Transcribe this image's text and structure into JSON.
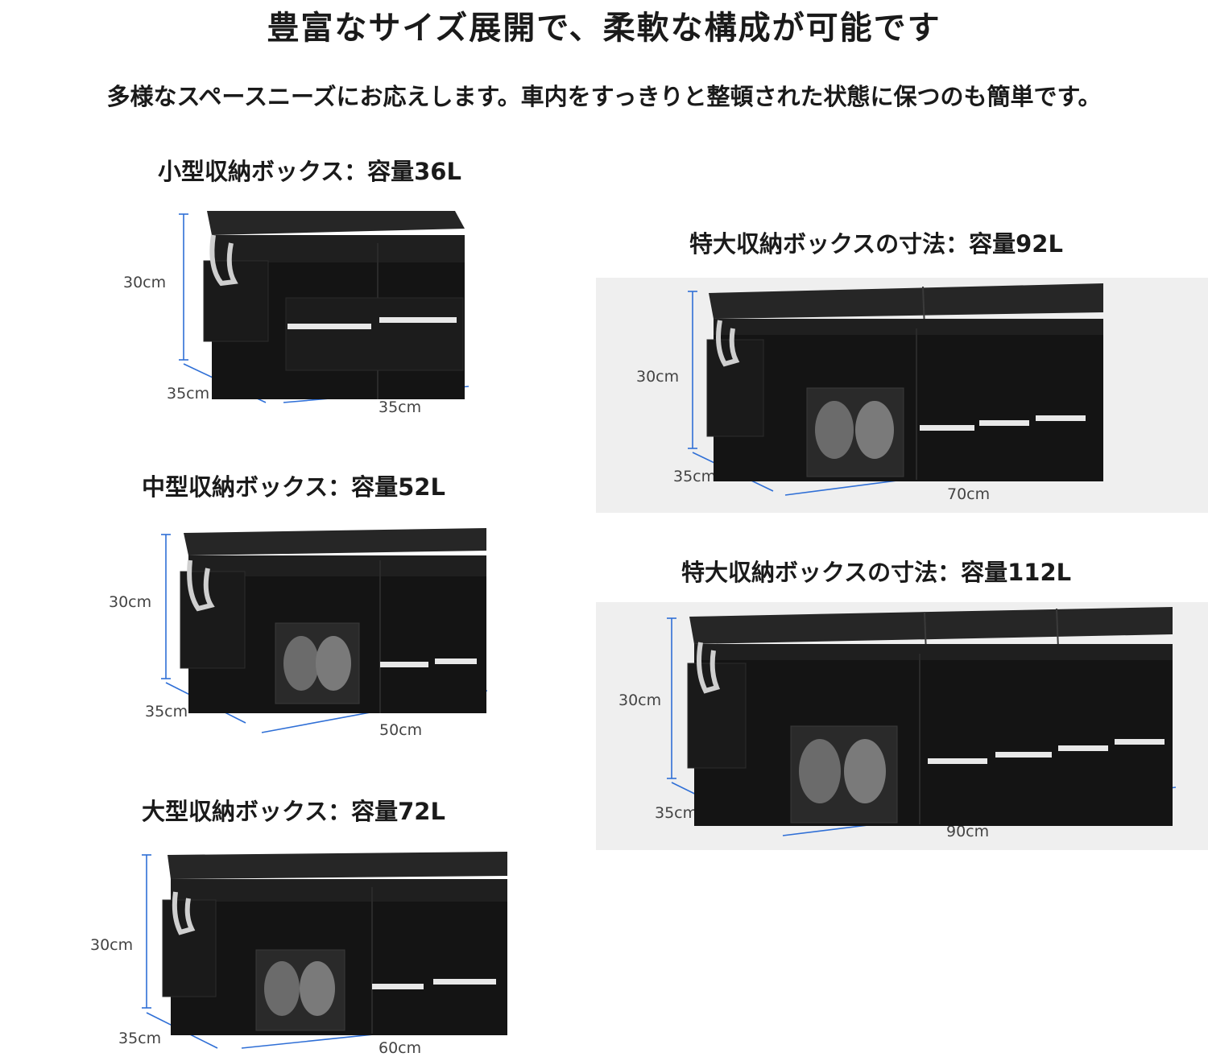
{
  "headline": "豊富なサイズ展開で、柔軟な構成が可能です",
  "subline": "多様なスペースニーズにお応えします。車内をすっきりと整頓された状態に保つのも簡単です。",
  "products": [
    {
      "id": "small",
      "title": "小型収納ボックス：容量36L",
      "height": "30cm",
      "depth": "35cm",
      "width": "35cm"
    },
    {
      "id": "medium",
      "title": "中型収納ボックス：容量52L",
      "height": "30cm",
      "depth": "35cm",
      "width": "50cm"
    },
    {
      "id": "large",
      "title": "大型収納ボックス：容量72L",
      "height": "30cm",
      "depth": "35cm",
      "width": "60cm"
    },
    {
      "id": "xl92",
      "title": "特大収納ボックスの寸法：容量92L",
      "height": "30cm",
      "depth": "35cm",
      "width": "70cm"
    },
    {
      "id": "xl112",
      "title": "特大収納ボックスの寸法：容量112L",
      "height": "30cm",
      "depth": "35cm",
      "width": "90cm"
    }
  ]
}
